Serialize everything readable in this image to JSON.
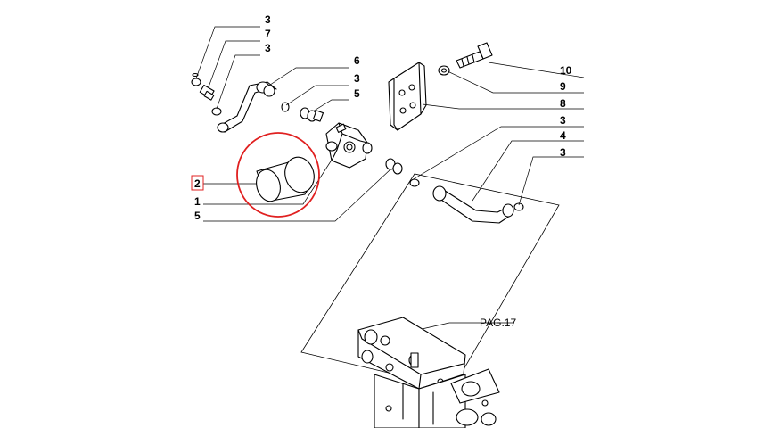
{
  "callouts_upper_left": [
    "3",
    "7",
    "3"
  ],
  "callouts_center": [
    "6",
    "3",
    "5"
  ],
  "callouts_right": [
    "10",
    "9",
    "8",
    "3",
    "4",
    "3"
  ],
  "callouts_lower_left": [
    "2",
    "1",
    "5"
  ],
  "highlighted_callout": "2",
  "page_reference": "PAG.17",
  "highlight_color": "#e02020"
}
